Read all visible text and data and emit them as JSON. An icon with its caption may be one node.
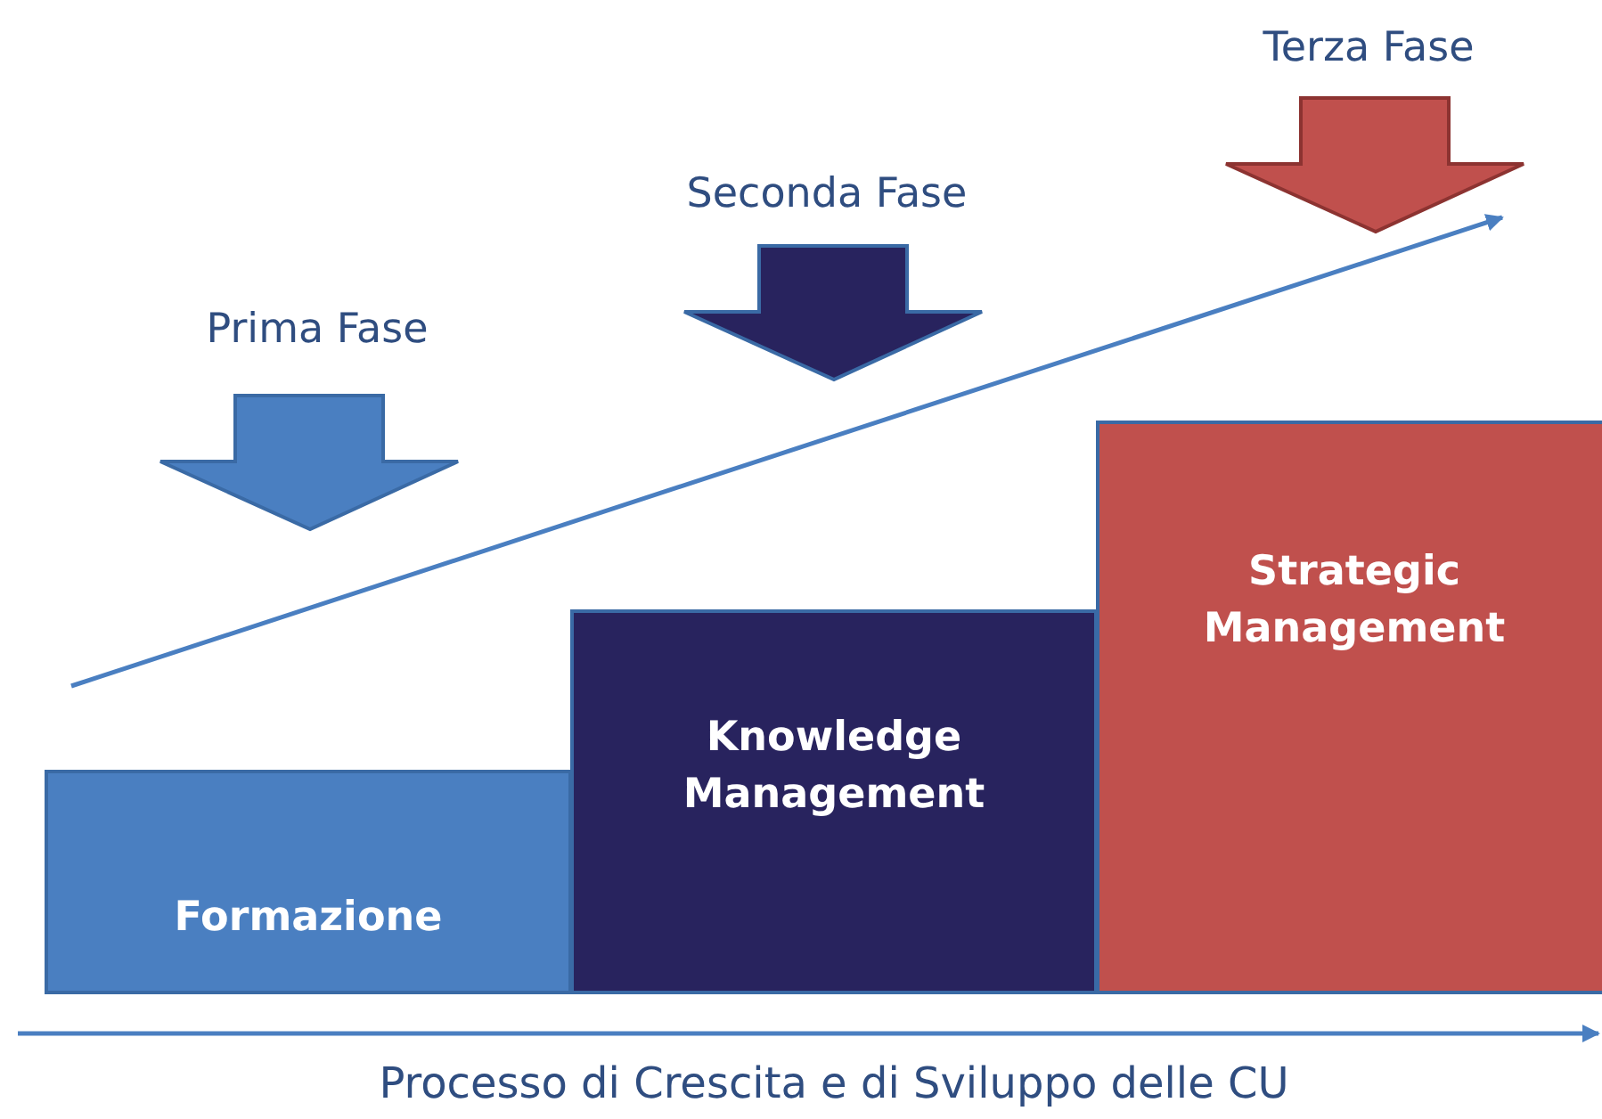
{
  "diagram": {
    "caption": "Processo di Crescita e di Sviluppo delle CU",
    "nodes": [
      {
        "text": [
          "Formazione"
        ]
      },
      {
        "text": [
          "Knowledge Management"
        ]
      },
      {
        "text": [
          "Strategic Management"
        ]
      }
    ],
    "labels": [
      "Terza Fase",
      "Seconda Fase",
      "Prima Fase"
    ]
  }
}
